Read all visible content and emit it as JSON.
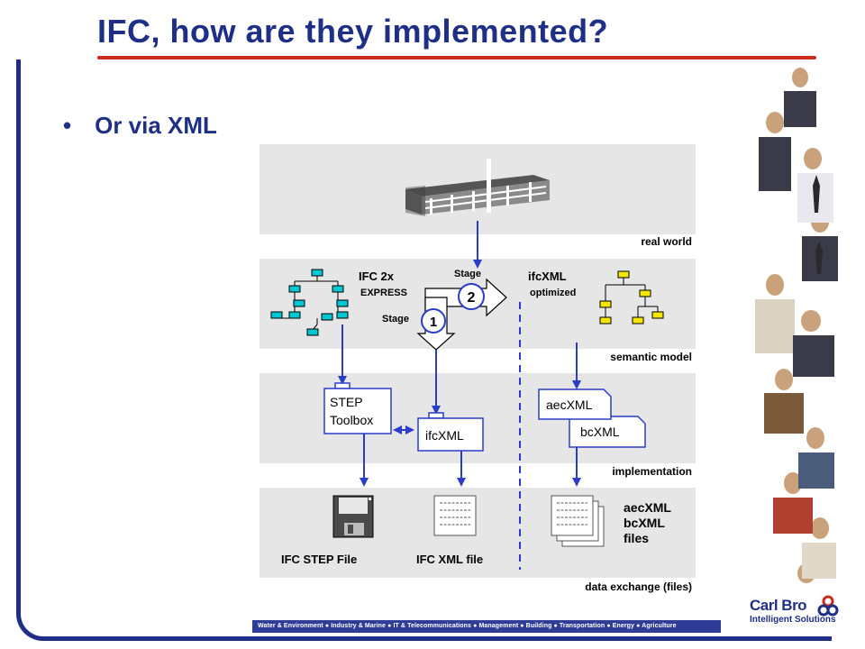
{
  "slide": {
    "title": "IFC, how are they implemented?",
    "bullet": "Or via XML"
  },
  "diagram": {
    "layers": {
      "real_world": "real world",
      "semantic_model": "semantic model",
      "implementation": "implementation",
      "data_exchange": "data exchange (files)"
    },
    "ifc2x": "IFC 2x",
    "express": "EXPRESS",
    "stage_top": "Stage",
    "stage_bottom": "Stage",
    "stage1": "1",
    "stage2": "2",
    "ifcxml_opt_1": "ifcXML",
    "ifcxml_opt_2": "optimized",
    "step_toolbox_1": "STEP",
    "step_toolbox_2": "Toolbox",
    "ifcxml_box": "ifcXML",
    "aecxml_box": "aecXML",
    "bcxml_box": "bcXML",
    "ifc_step_file": "IFC STEP File",
    "ifc_xml_file": "IFC XML file",
    "files_label_1": "aecXML",
    "files_label_2": "bcXML",
    "files_label_3": "files"
  },
  "footer": {
    "divisions": "Water & Environment ● Industry & Marine ● IT & Telecommunications ● Management ● Building ● Transportation ● Energy ● Agriculture"
  },
  "logo": {
    "name": "Carl Bro",
    "tagline": "Intelligent Solutions"
  },
  "colors": {
    "title_blue": "#1f2f86",
    "accent_red": "#cc2a1e",
    "arrow_blue": "#2a3cc8",
    "panel_gray": "#e6e6e6",
    "cyan_node": "#00c8d2",
    "yellow_node": "#f5e600"
  }
}
